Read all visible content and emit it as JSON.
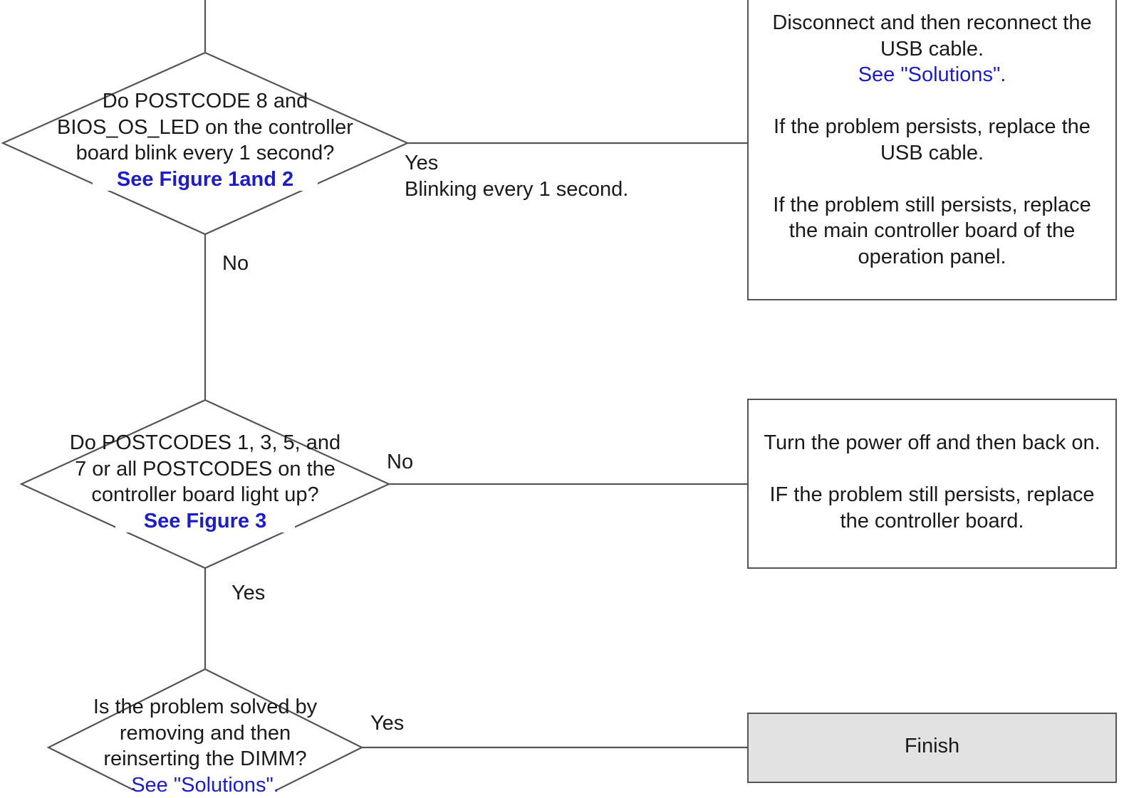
{
  "decision_1": {
    "line_1": "Do POSTCODE 8 and",
    "line_2": "BIOS_OS_LED on the controller",
    "line_3": "board blink every 1 second?",
    "link": "See Figure 1and 2"
  },
  "decision_1_yes": {
    "label": "Yes",
    "note": "Blinking every 1 second."
  },
  "decision_1_no": "No",
  "box_usb": {
    "line_1": "Disconnect and then reconnect the",
    "line_2": "USB cable.",
    "link": "See \"Solutions\".",
    "line_3": "If the problem persists, replace the",
    "line_4": "USB cable.",
    "line_5": "If the problem still persists, replace",
    "line_6": "the main controller board of the",
    "line_7": "operation panel."
  },
  "decision_2": {
    "line_1": "Do POSTCODES 1, 3, 5, and",
    "line_2": "7 or all POSTCODES on the",
    "line_3": "controller board light up?",
    "link": "See Figure 3"
  },
  "decision_2_no": "No",
  "decision_2_yes": "Yes",
  "box_power": {
    "line_1": "Turn the power off and then back on.",
    "line_2": "IF the problem still persists, replace",
    "line_3": "the controller board."
  },
  "decision_3": {
    "line_1": "Is the problem solved by",
    "line_2": "removing and then",
    "line_3": "reinserting the DIMM?",
    "link": "See \"Solutions\"."
  },
  "decision_3_yes": "Yes",
  "box_finish": {
    "label": "Finish"
  }
}
